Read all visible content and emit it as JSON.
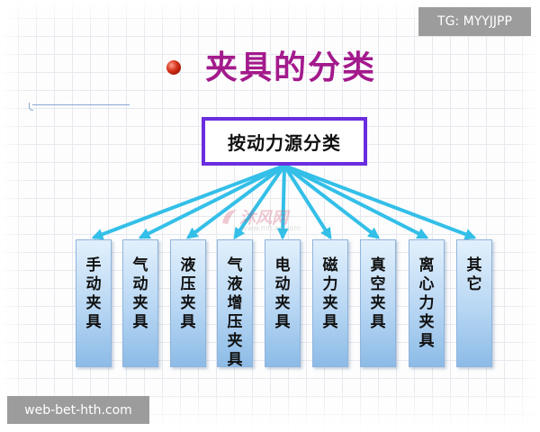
{
  "title": "夹具的分类",
  "root": {
    "label": "按动力源分类"
  },
  "categories": [
    {
      "label": "手动夹具"
    },
    {
      "label": "气动夹具"
    },
    {
      "label": "液压夹具"
    },
    {
      "label": "气液增压夹具"
    },
    {
      "label": "电动夹具"
    },
    {
      "label": "磁力夹具"
    },
    {
      "label": "真空夹具"
    },
    {
      "label": "离心力夹具"
    },
    {
      "label": "其它"
    }
  ],
  "watermarks": {
    "top_right": "TG: MYYJJPP",
    "bottom_left": "web-bet-hth.com",
    "center_logo": "沐风网",
    "center_url": "www.mfcad.com"
  },
  "colors": {
    "title": "#a31a8c",
    "root_border": "#6a2de0",
    "arrow": "#33bfe8",
    "leaf_fill_top": "#e2f0fc",
    "leaf_fill_bottom": "#8cbbe6",
    "bullet": "#d22d14"
  },
  "icons": {
    "bullet": "red-sphere-bullet",
    "center_logo": "mfcad-logo-icon"
  }
}
